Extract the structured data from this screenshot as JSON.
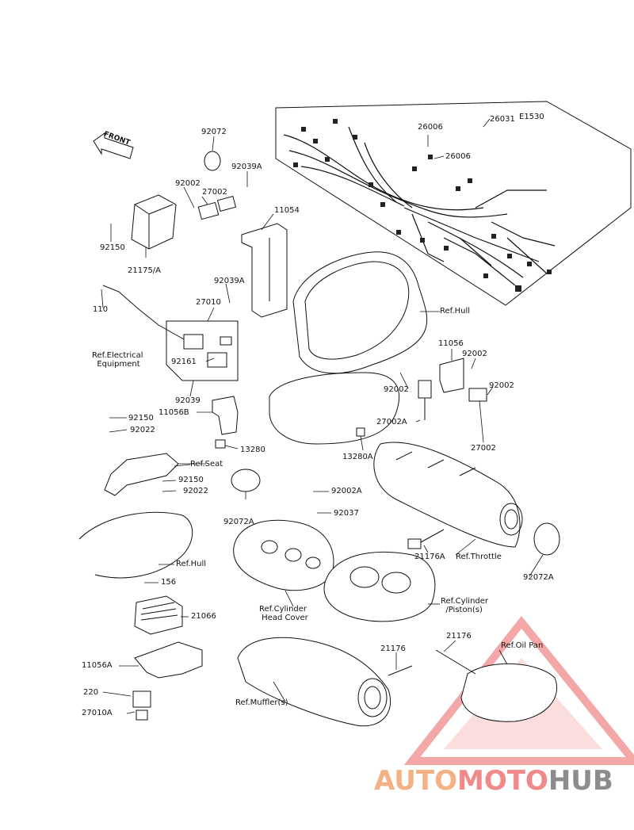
{
  "diagram_code": "E1530",
  "front_label": "FRONT",
  "parts": {
    "p26031": "26031",
    "p26006a": "26006",
    "p26006b": "26006",
    "p92072": "92072",
    "p92039A_top": "92039A",
    "p92002_top": "92002",
    "p27002_top": "27002",
    "p11054": "11054",
    "p92150_top": "92150",
    "p21175A": "21175/A",
    "p92039A_mid": "92039A",
    "p27010": "27010",
    "p110": "110",
    "p92161": "92161",
    "p92039": "92039",
    "p11056B": "11056B",
    "p13280": "13280",
    "p92150_b": "92150",
    "p92022_a": "92022",
    "p92150_c": "92150",
    "p92022_b": "92022",
    "p92072A_left": "92072A",
    "p156": "156",
    "p21066": "21066",
    "p11056A": "11056A",
    "p220": "220",
    "p27010A": "27010A",
    "p11056": "11056",
    "p92002_r1": "92002",
    "p92002_r2": "92002",
    "p92002_r3": "92002",
    "p27002A": "27002A",
    "p27002_r": "27002",
    "p13280A": "13280A",
    "p92002A": "92002A",
    "p92037": "92037",
    "p21176A": "21176A",
    "p92072A_right": "92072A",
    "p21176_a": "21176",
    "p21176_b": "21176"
  },
  "refs": {
    "hull_top": "Ref.Hull",
    "electrical": "Ref.Electrical\n  Equipment",
    "seat": "Ref.Seat",
    "hull_left": "Ref.Hull",
    "throttle": "Ref.Throttle",
    "cyl_head": "Ref.Cylinder\n Head Cover",
    "cyl_piston": "Ref.Cylinder\n  /Piston(s)",
    "oil_pan": "Ref.Oil Pan",
    "muffler": "Ref.Muffler(s)"
  },
  "watermark": {
    "part1": "AUTO",
    "part2": "MOTO",
    "part3": "HUB",
    "colors": {
      "part1": "#f4b183",
      "part2": "#f08a8a",
      "part3": "#8c8c8c",
      "triangle": "#f08a8a"
    }
  }
}
